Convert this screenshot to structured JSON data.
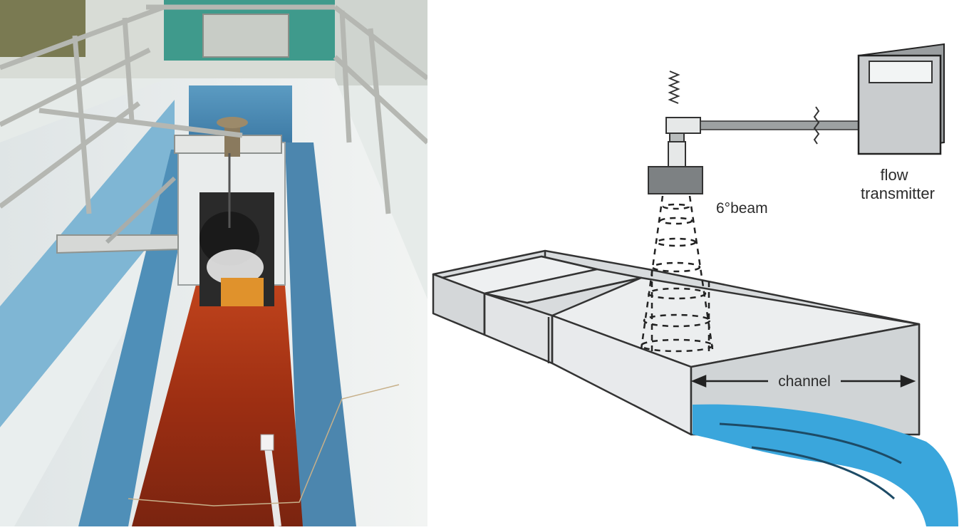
{
  "diagram": {
    "beam_label": "6°beam",
    "transmitter_label_line1": "flow",
    "transmitter_label_line2": "transmitter",
    "channel_label": "channel"
  },
  "colors": {
    "water": "#3aa6dc",
    "channel_wall": "#e8ecee",
    "transmitter_body": "#c9ccce",
    "rust_water": "#a8341a",
    "tank_wall": "#7fb0cc"
  },
  "icons": {
    "sensor": "ultrasonic-sensor-icon",
    "transmitter": "flow-transmitter-icon"
  }
}
